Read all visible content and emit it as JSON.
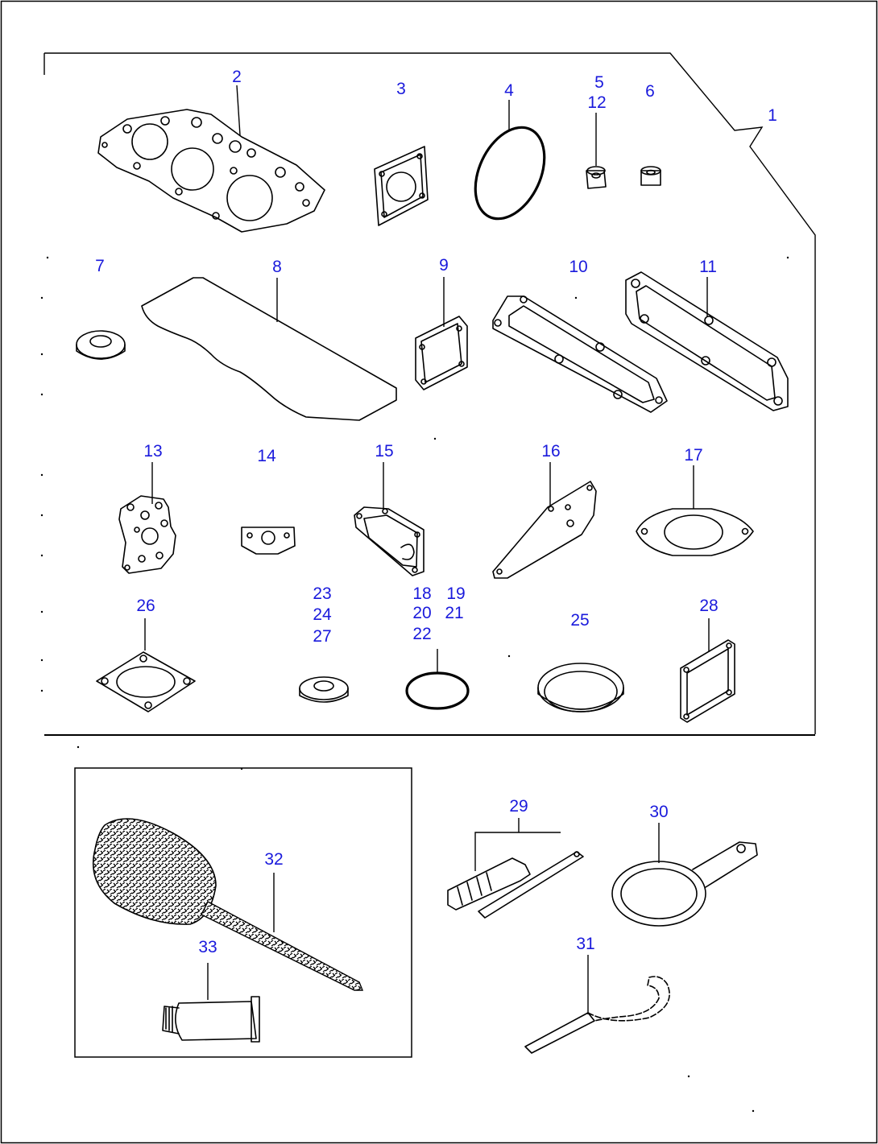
{
  "colors": {
    "callout": "#1a1adc",
    "line": "#000000",
    "background": "#ffffff"
  },
  "callouts": {
    "c1": "1",
    "c2": "2",
    "c3": "3",
    "c4": "4",
    "c5": "5",
    "c12": "12",
    "c6": "6",
    "c7": "7",
    "c8": "8",
    "c9": "9",
    "c10": "10",
    "c11": "11",
    "c13": "13",
    "c14": "14",
    "c15": "15",
    "c16": "16",
    "c17": "17",
    "c26": "26",
    "c23": "23",
    "c24": "24",
    "c27": "27",
    "c18": "18",
    "c19": "19",
    "c20": "20",
    "c21": "21",
    "c22": "22",
    "c25": "25",
    "c28": "28",
    "c29": "29",
    "c30": "30",
    "c31": "31",
    "c32": "32",
    "c33": "33"
  }
}
